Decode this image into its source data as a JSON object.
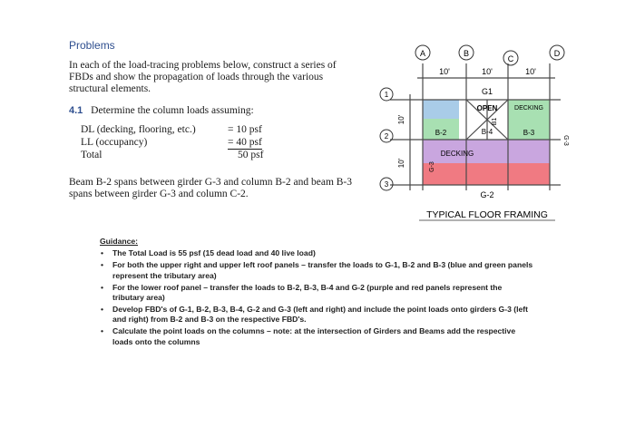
{
  "problems": {
    "heading": "Problems",
    "intro": "In each of the load-tracing problems below, construct a series of FBDs and show the propagation of loads through the various structural elements.",
    "problem_number": "4.1",
    "problem_text": "Determine the column loads assuming:",
    "loads": [
      {
        "label": "DL (decking, flooring, etc.)",
        "value": "= 10 psf",
        "underline": false
      },
      {
        "label": "LL (occupancy)",
        "value": "= 40 psf",
        "underline": true
      },
      {
        "label": "Total",
        "value": "50 psf",
        "underline": false
      }
    ],
    "beam_note": "Beam B-2 spans between girder G-3 and column B-2 and beam B-3 spans between girder G-3 and column C-2."
  },
  "drawing": {
    "title": "TYPICAL FLOOR FRAMING",
    "col_labels": [
      "A",
      "B",
      "C",
      "D"
    ],
    "row_labels": [
      "1",
      "2",
      "3"
    ],
    "spans_top": [
      "10'",
      "10'",
      "10'"
    ],
    "spans_side": [
      "10'",
      "10'"
    ],
    "member_labels": {
      "g1": "G1",
      "g2": "G-2",
      "g3": "G-3",
      "b2": "B-2",
      "b3": "B-3",
      "b4": "B-4",
      "b1": "B1",
      "open": "OPEN",
      "decking_top": "DECKING",
      "decking_bottom": "DECKING"
    },
    "colors": {
      "blue": "#a9cce8",
      "green": "#a8e0b2",
      "purple": "#c9a6df",
      "red": "#f07a82",
      "grid": "#4a4a4a"
    }
  },
  "guidance": {
    "title": "Guidance:",
    "items": [
      "The Total Load is 55 psf (15 dead load and 40 live load)",
      "For both the upper right and upper left roof panels – transfer the loads to G-1, B-2 and B-3 (blue and green panels represent the tributary area)",
      "For the lower roof panel – transfer the loads to B-2, B-3, B-4 and G-2 (purple and red panels represent the tributary area)",
      "Develop FBD's of G-1, B-2, B-3, B-4, G-2 and G-3 (left and right) and include the point loads onto girders G-3 (left and right) from B-2 and B-3 on the respective FBD's.",
      "Calculate the point loads on the columns – note: at the intersection of Girders and Beams add the respective loads onto the columns"
    ]
  }
}
